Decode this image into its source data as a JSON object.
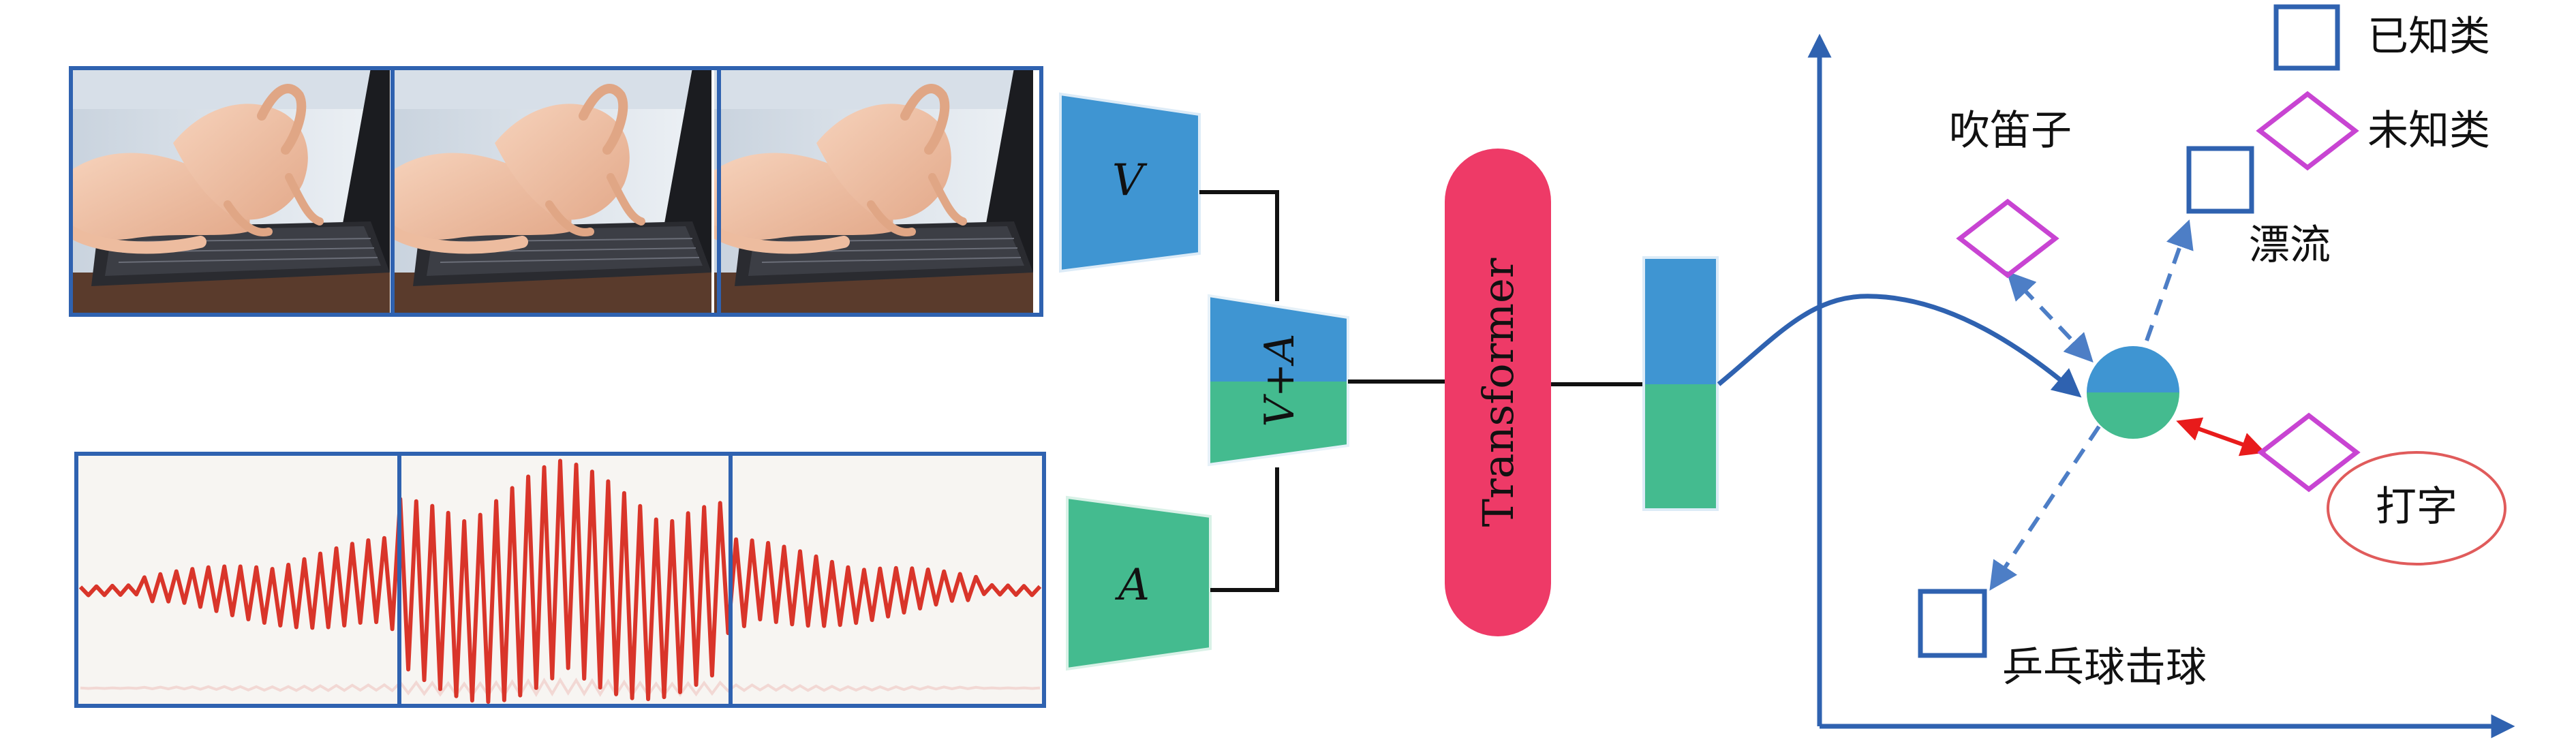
{
  "colors": {
    "blue": "#3f95d2",
    "green": "#44bb8f",
    "transformer": "#ee3a67",
    "frame": "#2f62b0",
    "axis": "#2f62b0",
    "known_marker": "#2f62b0",
    "unknown_marker": "#c844d2",
    "red_arrow": "#e81b1b",
    "dashed_arrow": "#4d7ec6",
    "wave": "#d9352a"
  },
  "video": {
    "frames": 3,
    "encoder_label": "V"
  },
  "audio": {
    "segments": 3,
    "encoder_label": "A"
  },
  "fusion": {
    "label": "V+A"
  },
  "transformer": {
    "label": "Transformer"
  },
  "legend": {
    "items": [
      {
        "shape": "square",
        "label": "已知类",
        "icon": "known-square-icon"
      },
      {
        "shape": "diamond",
        "label": "未知类",
        "icon": "unknown-diamond-icon"
      }
    ]
  },
  "embedding": {
    "points": [
      {
        "name": "flute",
        "label": "吹笛子",
        "shape": "diamond",
        "known": false
      },
      {
        "name": "drifting",
        "label": "漂流",
        "shape": "square",
        "known": true
      },
      {
        "name": "typing",
        "label": "打字",
        "shape": "diamond",
        "known": false,
        "highlighted": true
      },
      {
        "name": "ping-pong",
        "label": "乒乓球击球",
        "shape": "square",
        "known": true
      }
    ]
  }
}
